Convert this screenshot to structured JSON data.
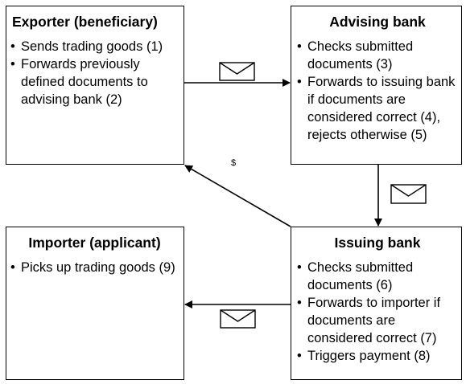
{
  "exporter": {
    "title": "Exporter (beneficiary)",
    "items": [
      "Sends trading goods (1)",
      "Forwards previously defined documents to advising bank (2)"
    ]
  },
  "advising": {
    "title": "Advising bank",
    "items": [
      "Checks submitted documents (3)",
      "Forwards to issuing bank if documents are considered correct (4), rejects otherwise (5)"
    ]
  },
  "importer": {
    "title": "Importer (applicant)",
    "items": [
      "Picks up trading goods (9)"
    ]
  },
  "issuing": {
    "title": "Issuing bank",
    "items": [
      "Checks submitted documents (6)",
      "Forwards to importer if documents are considered correct (7)",
      "Triggers payment (8)"
    ]
  },
  "payment_label": "$",
  "icons": {
    "document": "envelope-icon",
    "flow": "arrow"
  }
}
